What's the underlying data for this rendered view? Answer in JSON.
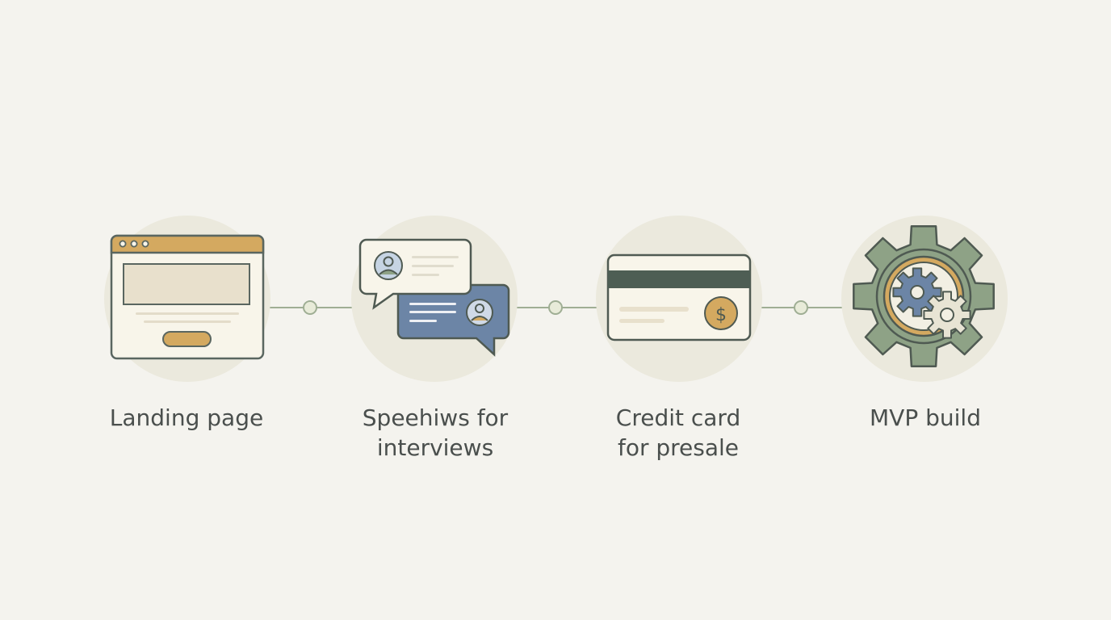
{
  "steps": [
    {
      "label": "Landing page",
      "icon": "browser-window-icon"
    },
    {
      "label": "Speehiws for\ninterviews",
      "icon": "chat-bubbles-icon"
    },
    {
      "label": "Credit card\nfor presale",
      "icon": "credit-card-icon"
    },
    {
      "label": "MVP build",
      "icon": "gears-icon"
    }
  ],
  "card_symbol": "$",
  "colors": {
    "background": "#f4f3ee",
    "circle": "#ebe9dd",
    "line": "#9fae94",
    "gold": "#d4a960",
    "blue": "#6c85a6",
    "green_gray": "#8ea286",
    "dark": "#4f5a52",
    "text": "#4a4f4d"
  }
}
